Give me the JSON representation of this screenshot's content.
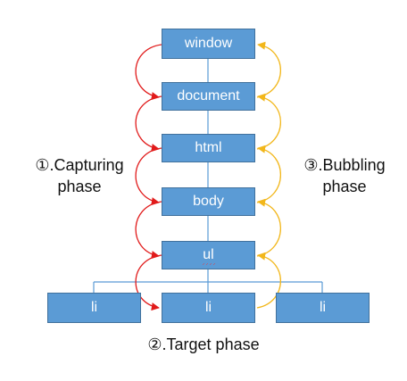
{
  "diagram": {
    "nodes": {
      "window": "window",
      "document": "document",
      "html": "html",
      "body": "body",
      "ul": "ul",
      "li_left": "li",
      "li_center": "li",
      "li_right": "li"
    },
    "labels": {
      "capturing_line1": "①.Capturing",
      "capturing_line2": "phase",
      "bubbling_line1": "③.Bubbling",
      "bubbling_line2": "phase",
      "target": "②.Target phase"
    },
    "colors": {
      "node_fill": "#5b9bd5",
      "node_border": "#41719c",
      "connector": "#5b9bd5",
      "capture_arrow": "#e11b1b",
      "bubble_arrow": "#f2b71b",
      "text": "#111111"
    }
  }
}
